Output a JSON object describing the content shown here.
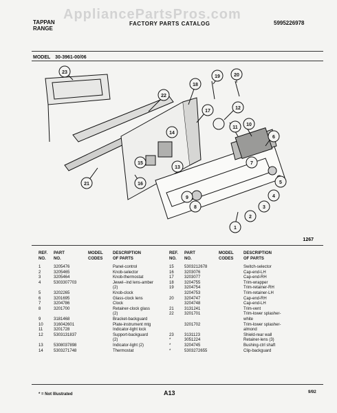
{
  "watermark": "AppliancePartsPros.com",
  "header": {
    "brand_line1": "TAPPAN",
    "brand_line2": "RANGE",
    "title": "FACTORY PARTS CATALOG",
    "doc_number": "5995226978"
  },
  "model": {
    "label": "MODEL",
    "value": "30-3961-00/06"
  },
  "diagram": {
    "figure_number": "1267",
    "callouts": [
      "1",
      "2",
      "3",
      "4",
      "5",
      "6",
      "7",
      "8",
      "9",
      "10",
      "11",
      "12",
      "13",
      "14",
      "15",
      "16",
      "17",
      "18",
      "19",
      "20",
      "21",
      "22",
      "23"
    ]
  },
  "table": {
    "headers": {
      "ref_line1": "REF.",
      "ref_line2": "NO.",
      "part_line1": "PART",
      "part_line2": "NO.",
      "model_line1": "MODEL",
      "model_line2": "CODES",
      "desc_line1": "DESCRIPTION",
      "desc_line2": "OF PARTS"
    },
    "left_rows": [
      {
        "ref": "1",
        "part": "3205476",
        "model": "",
        "desc": "Panel-control"
      },
      {
        "ref": "2",
        "part": "3205465",
        "model": "",
        "desc": "Knob-selector"
      },
      {
        "ref": "3",
        "part": "3205464",
        "model": "",
        "desc": "Knob-thermostat"
      },
      {
        "ref": "4",
        "part": "5303307703",
        "model": "",
        "desc": "Jewel--ind lens-amber"
      },
      {
        "ref": "",
        "part": "",
        "model": "",
        "desc": "(2)"
      },
      {
        "ref": "5",
        "part": "3202265",
        "model": "",
        "desc": "Knob-clock"
      },
      {
        "ref": "6",
        "part": "3201695",
        "model": "",
        "desc": "Glass-clock lens"
      },
      {
        "ref": "7",
        "part": "3204786",
        "model": "",
        "desc": "Clock"
      },
      {
        "ref": "8",
        "part": "3201700",
        "model": "",
        "desc": "Retainer-clock glass"
      },
      {
        "ref": "",
        "part": "",
        "model": "",
        "desc": "(2)"
      },
      {
        "ref": "9",
        "part": "3181468",
        "model": "",
        "desc": "Bracket-backguard"
      },
      {
        "ref": "10",
        "part": "316042601",
        "model": "",
        "desc": "Plate-instrument mtg"
      },
      {
        "ref": "11",
        "part": "3201728",
        "model": "",
        "desc": "Indicator-light lock"
      },
      {
        "ref": "12",
        "part": "5303131837",
        "model": "",
        "desc": "Support-backguard"
      },
      {
        "ref": "",
        "part": "",
        "model": "",
        "desc": "(2)"
      },
      {
        "ref": "13",
        "part": "5308037898",
        "model": "",
        "desc": "Indicator-light (2)"
      },
      {
        "ref": "14",
        "part": "5303271748",
        "model": "",
        "desc": "Thermostat"
      }
    ],
    "right_rows": [
      {
        "ref": "15",
        "part": "5303212678",
        "model": "",
        "desc": "Switch-selector"
      },
      {
        "ref": "16",
        "part": "3203076",
        "model": "",
        "desc": "Cap-end-LH"
      },
      {
        "ref": "17",
        "part": "3203077",
        "model": "",
        "desc": "Cap-end-RH"
      },
      {
        "ref": "18",
        "part": "3204755",
        "model": "",
        "desc": "Trim-wrapper"
      },
      {
        "ref": "19",
        "part": "3204754",
        "model": "",
        "desc": "Trim-retainer-RH"
      },
      {
        "ref": "",
        "part": "3204753",
        "model": "",
        "desc": "Trim-retainer-LH"
      },
      {
        "ref": "20",
        "part": "3204747",
        "model": "",
        "desc": "Cap-end-RH"
      },
      {
        "ref": "",
        "part": "3204748",
        "model": "",
        "desc": "Cap-end-LH"
      },
      {
        "ref": "21",
        "part": "3131241",
        "model": "",
        "desc": "Trim-vent"
      },
      {
        "ref": "22",
        "part": "3201701",
        "model": "",
        "desc": "Trim-lower splasher-"
      },
      {
        "ref": "",
        "part": "",
        "model": "",
        "desc": "white"
      },
      {
        "ref": "",
        "part": "3201702",
        "model": "",
        "desc": "Trim-lower splasher-"
      },
      {
        "ref": "",
        "part": "",
        "model": "",
        "desc": "almond"
      },
      {
        "ref": "23",
        "part": "3131123",
        "model": "",
        "desc": "Shield-rear wall"
      },
      {
        "ref": "*",
        "part": "3051224",
        "model": "",
        "desc": "Retainer-lens (3)"
      },
      {
        "ref": "*",
        "part": "3204745",
        "model": "",
        "desc": "Bushing-ctrl shaft"
      },
      {
        "ref": "*",
        "part": "5303272655",
        "model": "",
        "desc": "Clip-backguard"
      }
    ]
  },
  "footer": {
    "footnote": "* = Not Illustrated",
    "page_id": "A13",
    "date_code": "9/92"
  }
}
